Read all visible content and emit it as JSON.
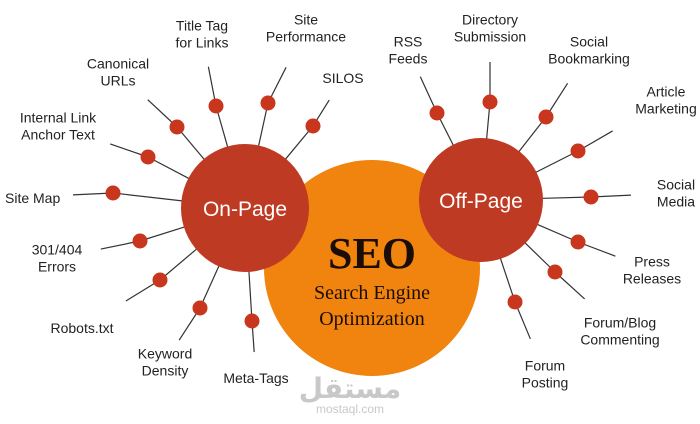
{
  "center": {
    "title": "SEO",
    "subtitle_line1": "Search Engine",
    "subtitle_line2": "Optimization",
    "color": "#f0840f"
  },
  "on_page": {
    "label": "On-Page",
    "color": "#bf3a22",
    "spokes": [
      [
        "Title Tag",
        "for Links"
      ],
      [
        "Site",
        "Performance"
      ],
      [
        "SILOS"
      ],
      [
        "Canonical",
        "URLs"
      ],
      [
        "Internal Link",
        "Anchor Text"
      ],
      [
        "Site Map"
      ],
      [
        "301/404",
        "Errors"
      ],
      [
        "Robots.txt"
      ],
      [
        "Keyword",
        "Density"
      ],
      [
        "Meta-Tags"
      ]
    ]
  },
  "off_page": {
    "label": "Off-Page",
    "color": "#bf3a22",
    "spokes": [
      [
        "RSS",
        "Feeds"
      ],
      [
        "Directory",
        "Submission"
      ],
      [
        "Social",
        "Bookmarking"
      ],
      [
        "Article",
        "Marketing"
      ],
      [
        "Social",
        "Media"
      ],
      [
        "Press",
        "Releases"
      ],
      [
        "Forum/Blog",
        "Commenting"
      ],
      [
        "Forum",
        "Posting"
      ]
    ]
  },
  "watermark": {
    "arabic": "مستقل",
    "latin": "mostaql.com"
  },
  "colors": {
    "line": "#333333",
    "dot": "#c8361d"
  }
}
